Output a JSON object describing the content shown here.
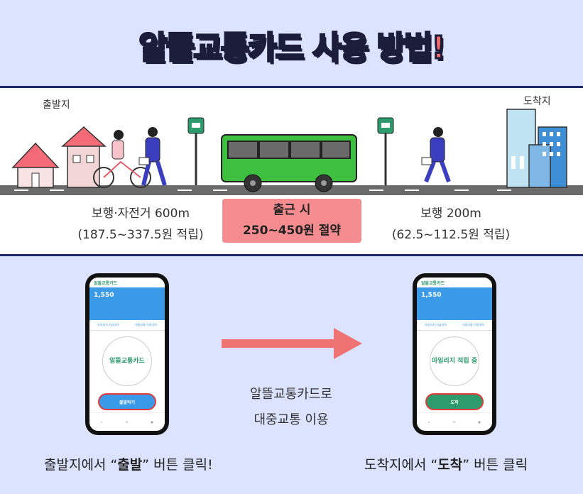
{
  "title": {
    "part1": "알뜰교통카드",
    "part2": "사용 방법!"
  },
  "scene": {
    "origin_label": "출발지",
    "destination_label": "도착지",
    "left_leg": {
      "line1": "보행·자전거 600m",
      "line2": "(187.5~337.5원 적립)"
    },
    "center_leg": {
      "line1": "출근 시",
      "line2": "250~450원 절약"
    },
    "right_leg": {
      "line1": "보행 200m",
      "line2": "(62.5~112.5원 적립)"
    }
  },
  "phones": [
    {
      "balance": "1,550",
      "tab1": "마일리지 지급내역",
      "tab2": "대중교통 이용내역",
      "circle_text": "알뜰교통카드",
      "button_label": "출발하기",
      "button_color": "#3a9ae8"
    },
    {
      "balance": "1,550",
      "tab1": "마일리지 지급내역",
      "tab2": "대중교통 이용내역",
      "circle_text": "마일리지 적립 중",
      "button_label": "도착",
      "button_color": "#2e9b6c"
    }
  ],
  "middle_text": {
    "line1": "알뜰교통카드로",
    "line2": "대중교통 이용"
  },
  "captions": {
    "left": {
      "prefix": "출발지에서 “",
      "bold": "출발",
      "suffix": "” 버튼 클릭!"
    },
    "right": {
      "prefix": "도착지에서 “",
      "bold": "도착",
      "suffix": "” 버튼 클릭"
    }
  },
  "colors": {
    "accent_blue": "#6f88f5",
    "accent_red": "#f36a6a",
    "background": "#dce3ff",
    "save_box": "#f58c8f",
    "bus_green": "#3fbf3f"
  }
}
